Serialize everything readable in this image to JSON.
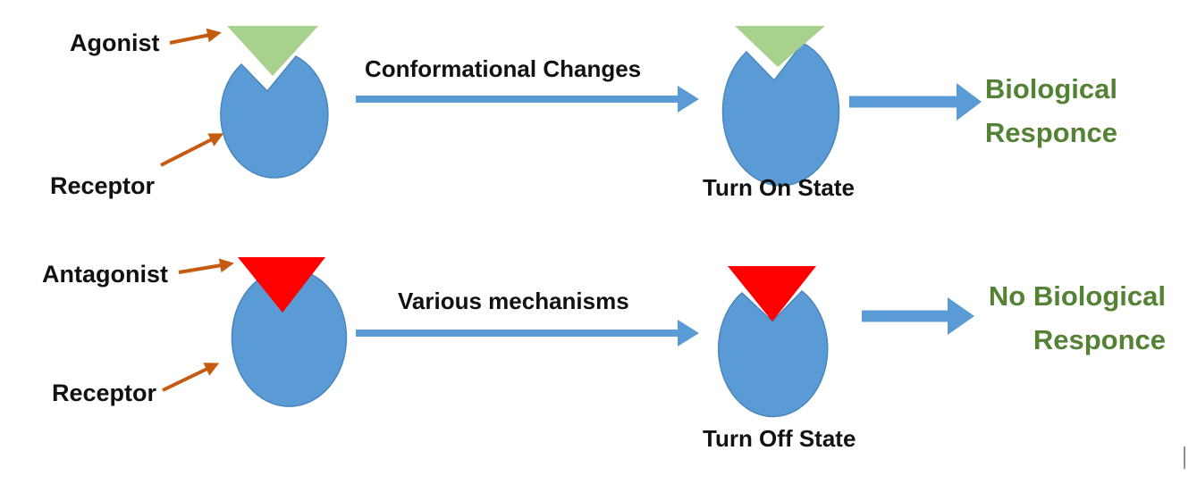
{
  "rows": [
    {
      "ligand_label": "Agonist",
      "receptor_label": "Receptor",
      "process_label": "Conformational Changes",
      "state_label": "Turn On State",
      "response_line1": "Biological",
      "response_line2": "Responce",
      "ligand_color": "#A9D18E"
    },
    {
      "ligand_label": "Antagonist",
      "receptor_label": "Receptor",
      "process_label": "Various mechanisms",
      "state_label": "Turn Off State",
      "response_line1": "No Biological",
      "response_line2": "Responce",
      "ligand_color": "#FF0000"
    }
  ],
  "colors": {
    "receptor": "#5B9BD5",
    "receptor_outline": "#4A86BD",
    "pointer_arrow": "#C55A11",
    "flow_arrow": "#5B9BD5",
    "response_text": "#548235"
  }
}
